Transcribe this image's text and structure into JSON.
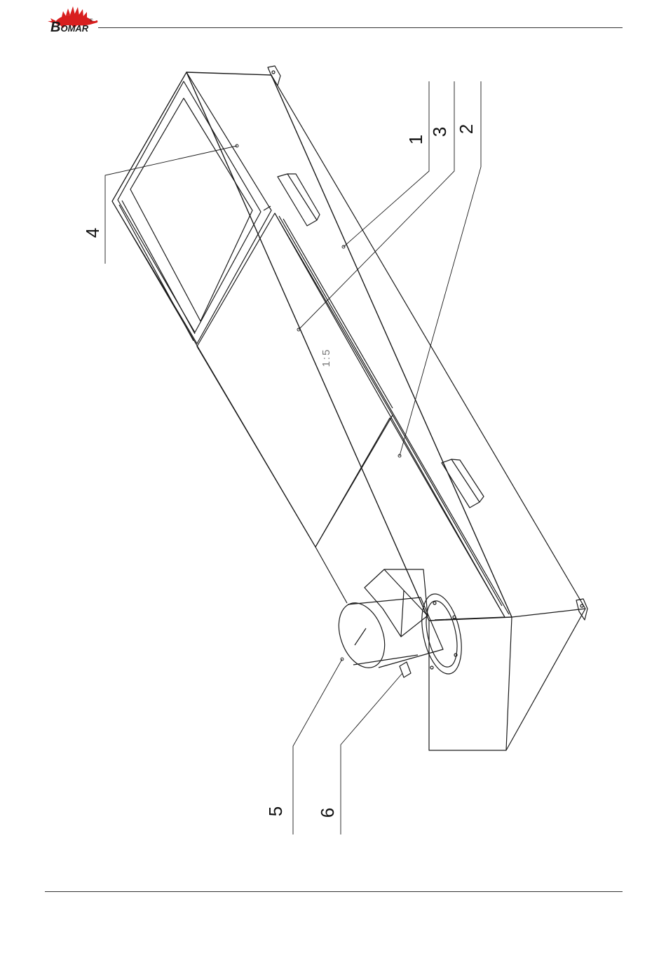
{
  "header": {
    "brand_initial": "B",
    "brand_rest": "OMAR",
    "brand_registered": "®",
    "logo_icon": "red-dinosaur-stegosaurus-icon",
    "brand_color": "#d81e1e"
  },
  "drawing": {
    "scale_label": "1:5",
    "callouts": {
      "c1": "1",
      "c2": "2",
      "c3": "3",
      "c4": "4",
      "c5": "5",
      "c6": "6"
    }
  }
}
